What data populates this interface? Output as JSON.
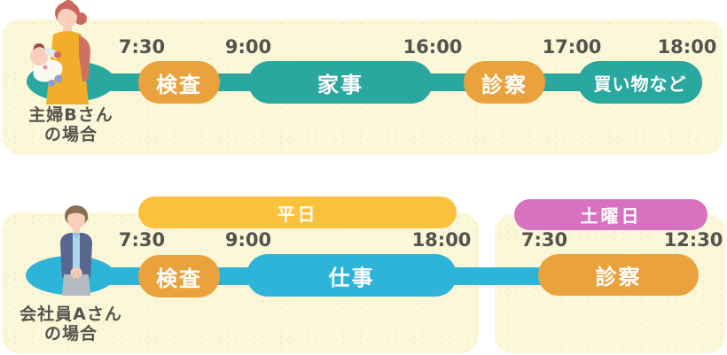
{
  "colors": {
    "panel_background": "#fbf8d9",
    "panel_dot": "#f2ecc5",
    "teal": "#2aa79e",
    "blue": "#2db4d8",
    "orange": "#e9a23c",
    "yellow": "#fcc13c",
    "pink": "#d872be",
    "time_text": "#57524e",
    "label_text": "#57524e",
    "pill_text": "#ffffff"
  },
  "rows": [
    {
      "person": {
        "line1": "主婦Bさん",
        "line2": "の場合"
      },
      "times": [
        "7:30",
        "9:00",
        "16:00",
        "17:00",
        "18:00"
      ],
      "segments": [
        {
          "label": "検査",
          "color": "orange",
          "start": "7:30",
          "end": "9:00"
        },
        {
          "label": "家事",
          "color": "teal",
          "start": "9:00",
          "end": "16:00"
        },
        {
          "label": "診察",
          "color": "orange",
          "start": "16:00",
          "end": "17:00"
        },
        {
          "label": "買い物など",
          "color": "teal",
          "start": "17:00",
          "end": "18:00"
        }
      ]
    },
    {
      "person": {
        "line1": "会社員Aさん",
        "line2": "の場合"
      },
      "weekday": {
        "header": "平日",
        "times": [
          "7:30",
          "9:00",
          "18:00"
        ],
        "segments": [
          {
            "label": "検査",
            "color": "orange",
            "start": "7:30",
            "end": "9:00"
          },
          {
            "label": "仕事",
            "color": "blue",
            "start": "9:00",
            "end": "18:00"
          }
        ]
      },
      "saturday": {
        "header": "土曜日",
        "times": [
          "7:30",
          "12:30"
        ],
        "segments": [
          {
            "label": "診察",
            "color": "orange",
            "start": "7:30",
            "end": "12:30"
          }
        ]
      }
    }
  ],
  "illustrations": {
    "housewife": "woman-holding-baby-with-bottle",
    "office_worker": "office-worker-woman-standing"
  }
}
